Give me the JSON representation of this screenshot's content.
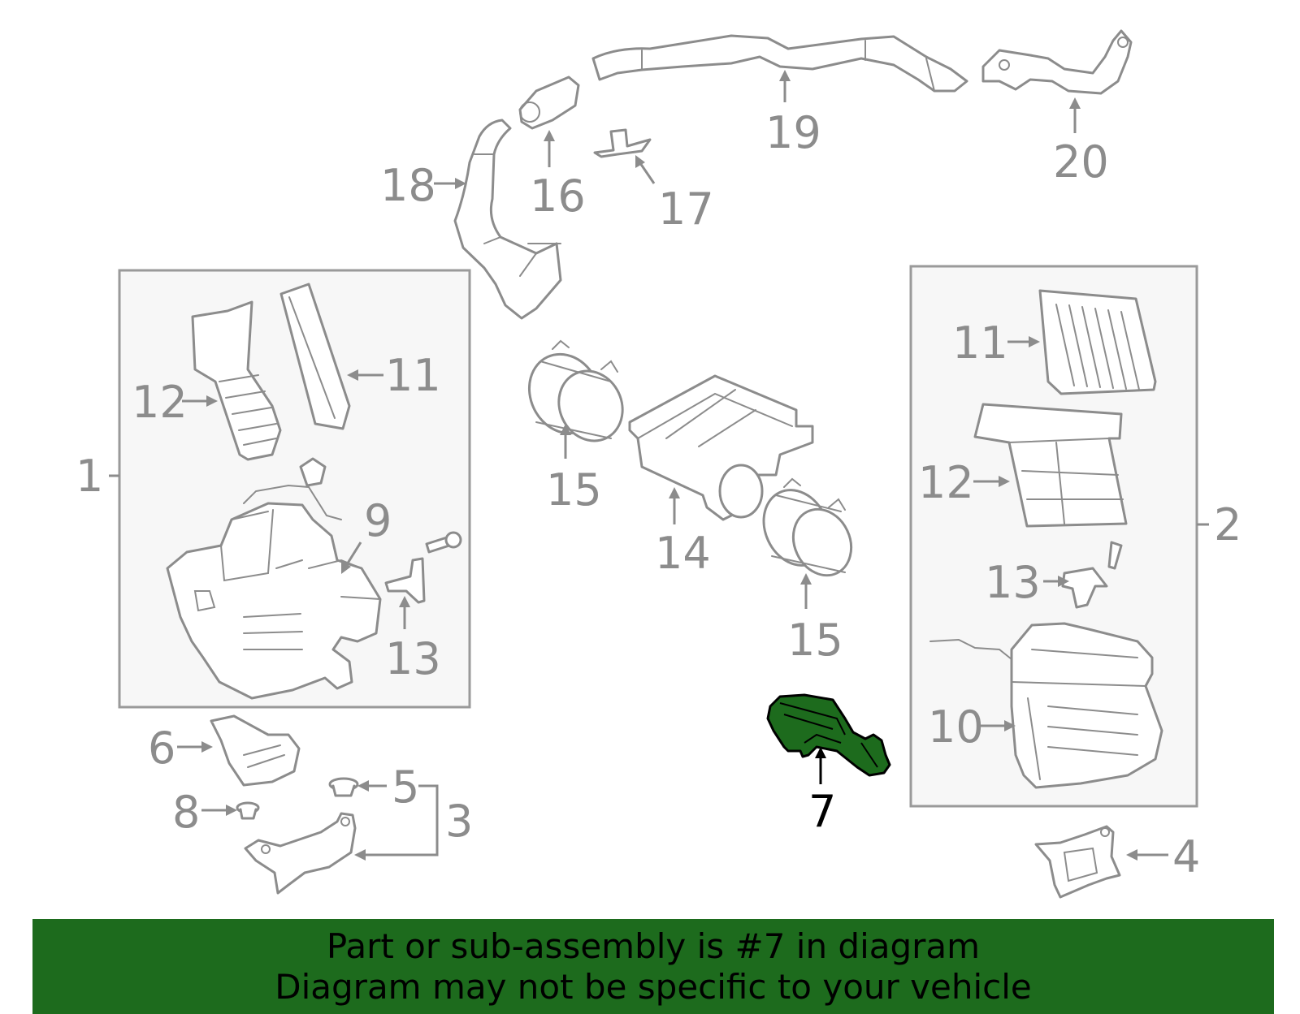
{
  "callouts": {
    "c1": "1",
    "c2": "2",
    "c3": "3",
    "c4": "4",
    "c5": "5",
    "c6": "6",
    "c7": "7",
    "c8": "8",
    "c9": "9",
    "c10": "10",
    "c11_left": "11",
    "c11_right": "11",
    "c12_left": "12",
    "c12_right": "12",
    "c13_left": "13",
    "c13_right": "13",
    "c14": "14",
    "c15_top": "15",
    "c15_bottom": "15",
    "c16": "16",
    "c17": "17",
    "c18": "18",
    "c19": "19",
    "c20": "20"
  },
  "highlighted_part": "7",
  "highlight_color": "#1d6b1d",
  "banner": {
    "line1": "Part or sub-assembly is #7 in diagram",
    "line2": "Diagram may not be specific to your vehicle"
  }
}
